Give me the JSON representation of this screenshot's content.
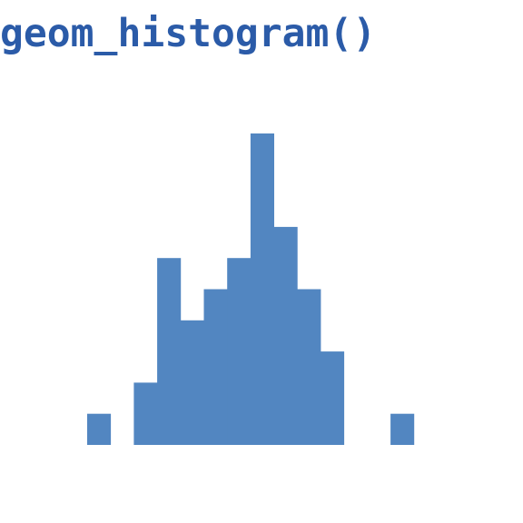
{
  "title": "geom_histogram()",
  "colors": {
    "title": "#2b5ba8",
    "bar": "#5286c1",
    "background": "#ffffff"
  },
  "chart_data": {
    "type": "bar",
    "title": "geom_histogram()",
    "xlabel": "",
    "ylabel": "",
    "grid": false,
    "legend": "none",
    "axes_visible": false,
    "bins": [
      {
        "bin": 1,
        "count": 1
      },
      {
        "bin": 2,
        "count": 0
      },
      {
        "bin": 3,
        "count": 2
      },
      {
        "bin": 4,
        "count": 6
      },
      {
        "bin": 5,
        "count": 4
      },
      {
        "bin": 6,
        "count": 5
      },
      {
        "bin": 7,
        "count": 6
      },
      {
        "bin": 8,
        "count": 10
      },
      {
        "bin": 9,
        "count": 7
      },
      {
        "bin": 10,
        "count": 5
      },
      {
        "bin": 11,
        "count": 3
      },
      {
        "bin": 12,
        "count": 0
      },
      {
        "bin": 13,
        "count": 0
      },
      {
        "bin": 14,
        "count": 1
      }
    ],
    "ylim": [
      0,
      10
    ]
  }
}
